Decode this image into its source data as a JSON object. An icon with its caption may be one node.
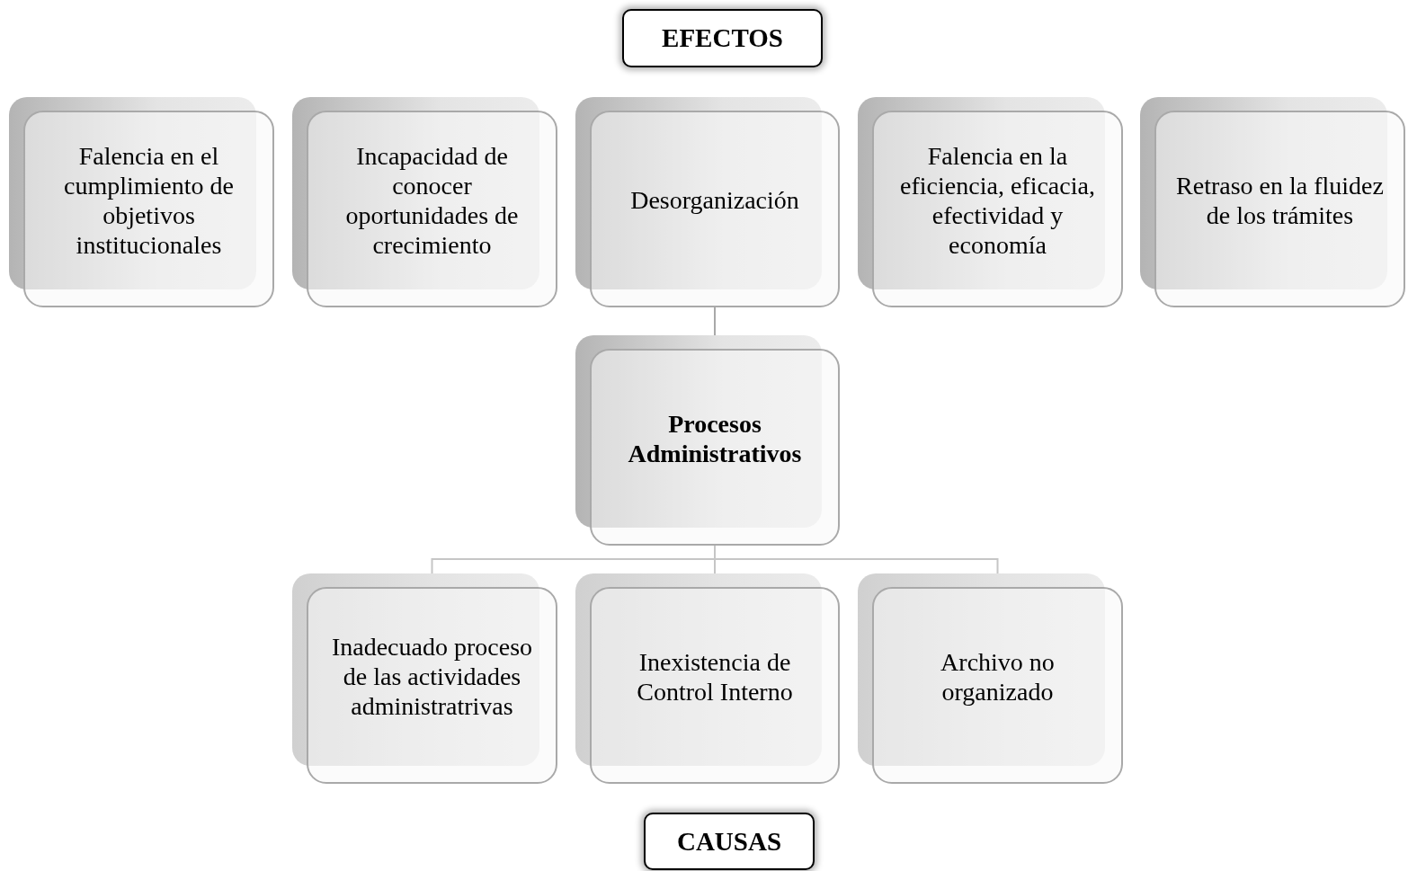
{
  "diagram": {
    "nodes": [
      {
        "text": [
          "EFECTOS"
        ]
      },
      {
        "text": [
          "Falencia en el cumplimiento de objetivos institucionales"
        ]
      },
      {
        "text": [
          "Incapacidad de conocer oportunidades de crecimiento"
        ]
      },
      {
        "text": [
          "Desorganización"
        ]
      },
      {
        "text": [
          "Falencia en la eficiencia, eficacia, efectividad y economía"
        ]
      },
      {
        "text": [
          "Retraso en la fluidez de los trámites"
        ]
      },
      {
        "text": [
          "Procesos Administrativos"
        ]
      },
      {
        "text": [
          "Inadecuado proceso de las actividades administratrivas"
        ]
      },
      {
        "text": [
          "Inexistencia de Control Interno"
        ]
      },
      {
        "text": [
          "Archivo no organizado"
        ]
      },
      {
        "text": [
          "CAUSAS"
        ]
      }
    ],
    "edges": [
      {
        "from": 3,
        "to": 6,
        "arrow": "none",
        "color": "#a8a8a8"
      },
      {
        "from": 6,
        "to": 7,
        "arrow": "none"
      },
      {
        "from": 6,
        "to": 8,
        "arrow": "none"
      },
      {
        "from": 6,
        "to": 9,
        "arrow": "none"
      }
    ]
  }
}
